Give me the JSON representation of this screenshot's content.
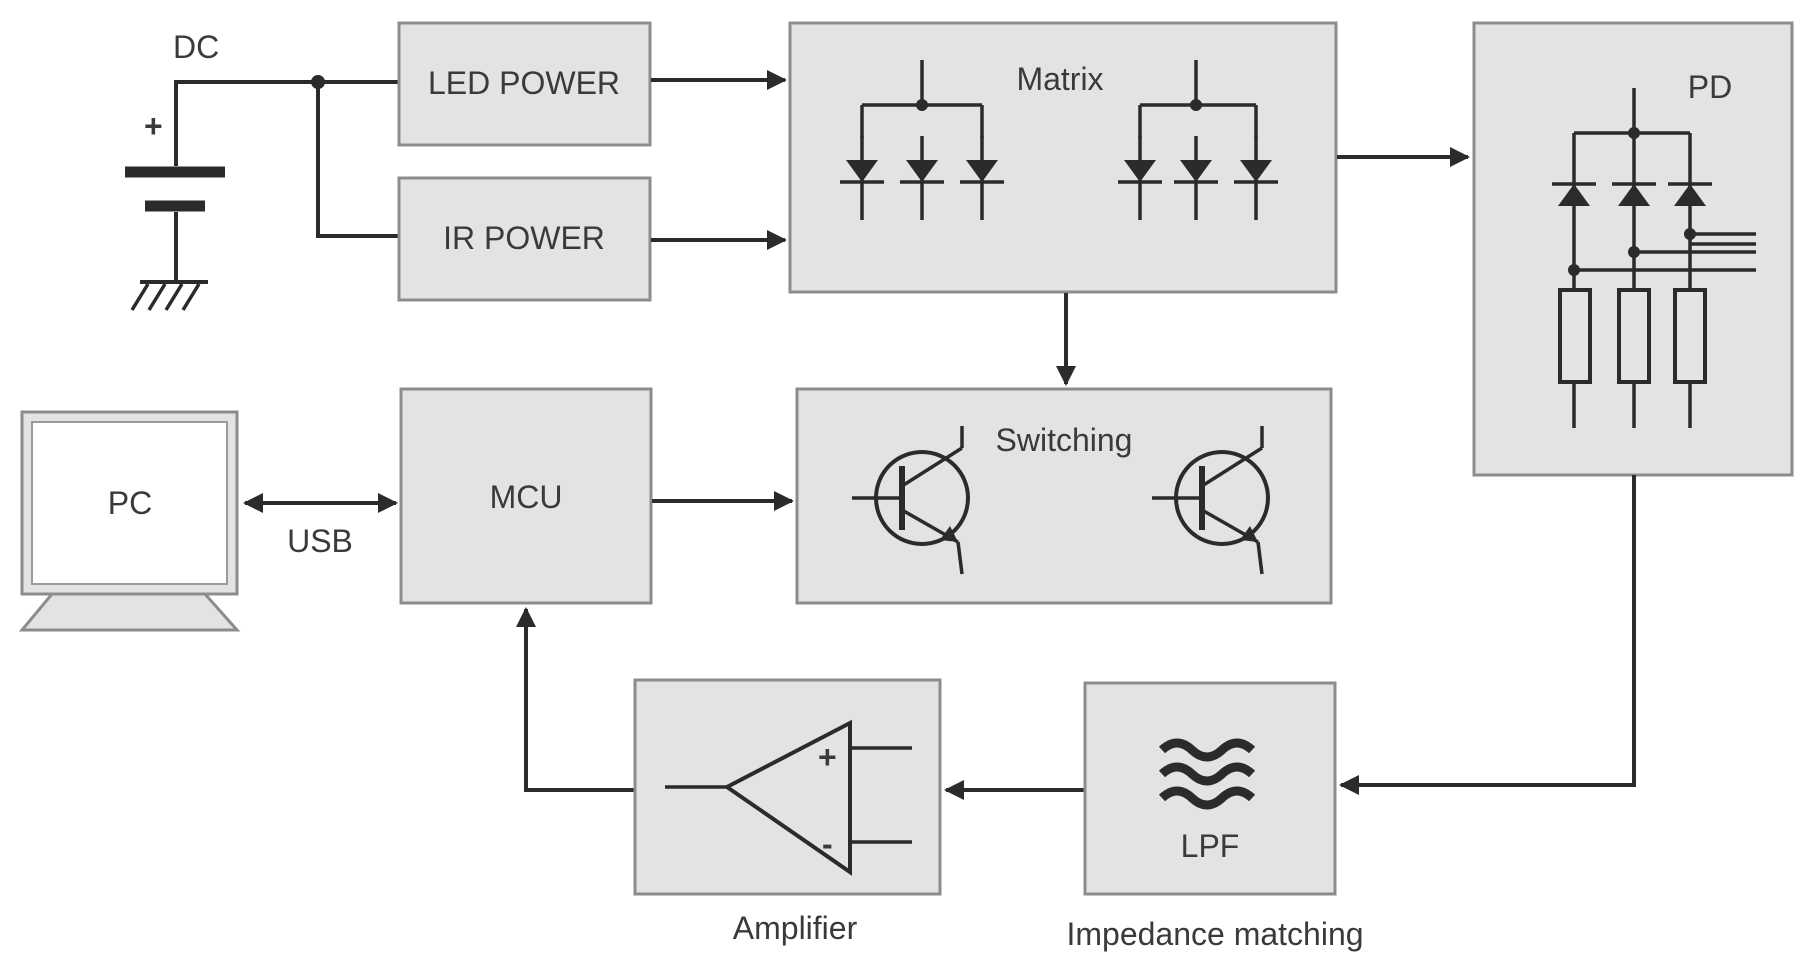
{
  "labels": {
    "dc": "DC",
    "led_power": "LED POWER",
    "ir_power": "IR POWER",
    "matrix": "Matrix",
    "pd": "PD",
    "switching": "Switching",
    "pc": "PC",
    "usb": "USB",
    "mcu": "MCU",
    "amplifier": "Amplifier",
    "lpf": "LPF",
    "impedance_matching": "Impedance matching",
    "plus": "+",
    "minus": "-"
  },
  "colors": {
    "block_fill": "#e3e3e3",
    "block_stroke": "#8c8c8c",
    "line": "#2b2b2b",
    "text": "#3a3a3a"
  },
  "icons": [
    "battery-icon",
    "ground-icon",
    "diode-array-icon",
    "transistor-icon",
    "resistor-icon",
    "op-amp-icon",
    "lpf-wave-icon",
    "monitor-icon"
  ]
}
